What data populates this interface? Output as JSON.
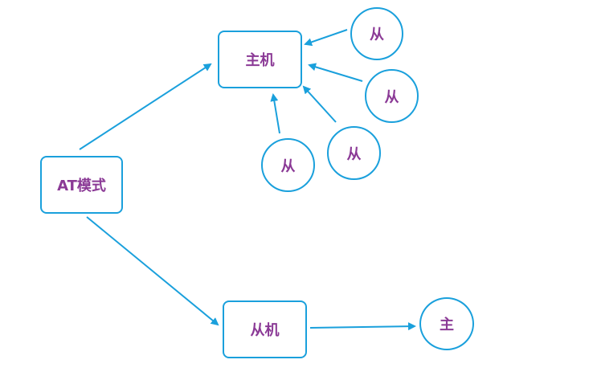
{
  "colors": {
    "line": "#1aa0dc",
    "text": "#8b3a96",
    "background": "#ffffff"
  },
  "nodes": {
    "at_mode": "AT模式",
    "master": "主机",
    "slave": "从机",
    "slave_node_1": "从",
    "slave_node_2": "从",
    "slave_node_3": "从",
    "slave_node_4": "从",
    "master_node": "主"
  }
}
